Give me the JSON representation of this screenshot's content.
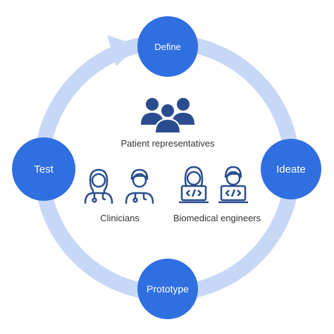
{
  "colors": {
    "ring": "#c7d8f7",
    "node": "#2f6fe0",
    "people_icon": "#2a4d8f",
    "node_text": "#ffffff",
    "label_text": "#333333"
  },
  "stages": {
    "define": "Define",
    "ideate": "Ideate",
    "prototype": "Prototype",
    "test": "Test"
  },
  "groups": {
    "patients": "Patient representatives",
    "clinicians": "Clinicians",
    "engineers": "Biomedical engineers"
  },
  "icons": {
    "patients": "people-group-icon",
    "clinicians": "doctor-icon",
    "engineers": "developer-icon",
    "cycle": "cycle-arrow-icon"
  }
}
